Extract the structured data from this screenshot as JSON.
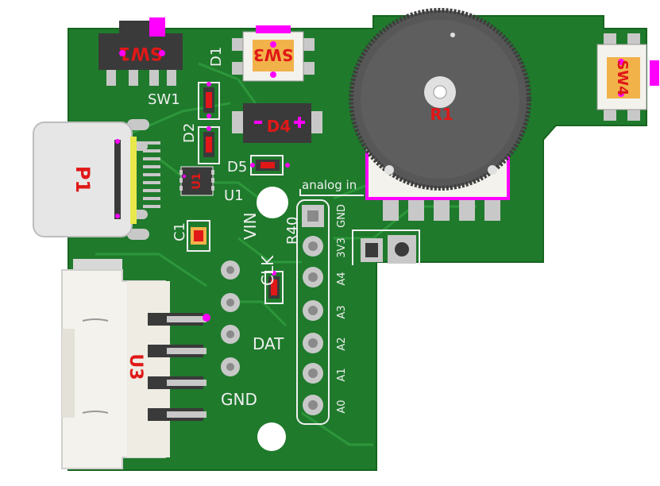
{
  "colors": {
    "board": "#1f7a2c",
    "board_edge": "#17641f",
    "trace": "#2f9a3c",
    "silk": "#f0f0f0",
    "pad_silver": "#c8c8c8",
    "ref_red": "#e01818",
    "marker_magenta": "#ff00ff",
    "body_black": "#3a3a3a",
    "connector_white": "#f4f2ec",
    "smd_orange": "#f2b24a"
  },
  "references": {
    "sw1_body": "SW1",
    "sw1_label": "SW1",
    "sw3": "SW3",
    "sw4": "SW4",
    "r1": "R1",
    "p1": "P1",
    "u1_body": "U1",
    "u1_label": "U1",
    "u3": "U3",
    "d1": "D1",
    "d2": "D2",
    "d4": "D4",
    "d5": "D5",
    "c1": "C1",
    "r40": "R40"
  },
  "pin_labels": {
    "vin": "VIN",
    "clk": "CLK",
    "dat": "DAT",
    "gnd": "GND"
  },
  "analog_header": {
    "title": "analog in",
    "pins": [
      "GND",
      "3V3",
      "A4",
      "A3",
      "A2",
      "A1",
      "A0"
    ]
  }
}
